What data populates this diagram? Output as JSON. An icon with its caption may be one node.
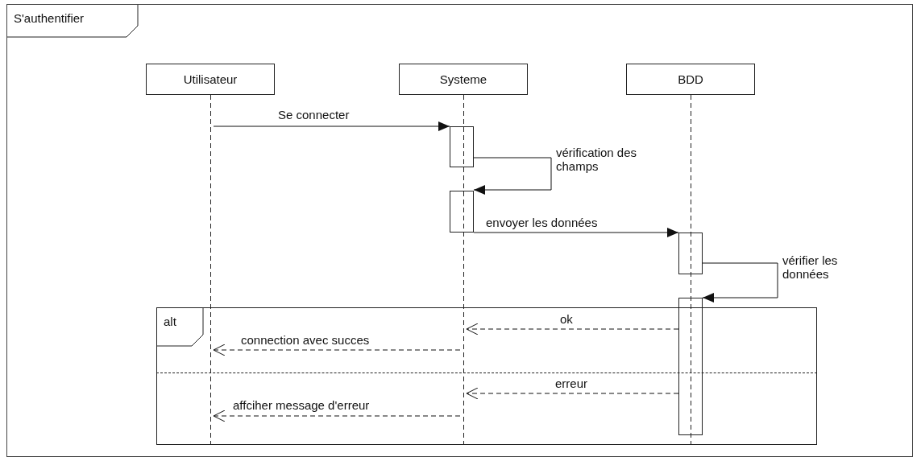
{
  "diagram": {
    "nodes": [
      {
        "text": [
          "S'authentifier"
        ]
      },
      {
        "text": [
          "Utilisateur"
        ],
        "in": 0
      },
      {
        "text": [
          "Systeme"
        ],
        "in": 0
      },
      {
        "text": [
          "BDD"
        ],
        "in": 0
      },
      {
        "text": [],
        "shape": "line",
        "in": 0
      },
      {
        "text": [],
        "shape": "line",
        "in": 0
      },
      {
        "text": [],
        "shape": "line",
        "in": 0
      },
      {
        "text": [],
        "shape": "bar",
        "in": 0
      },
      {
        "text": [],
        "shape": "bar",
        "in": 0
      },
      {
        "text": [],
        "shape": "bar",
        "in": 0
      },
      {
        "text": [],
        "shape": "bar",
        "in": 0
      },
      {
        "text": [
          "alt"
        ],
        "in": 0
      }
    ],
    "edges": [
      {
        "from": 4,
        "to": 7,
        "arrow": "to",
        "label": "Se connecter"
      },
      {
        "from": 7,
        "to": 8,
        "arrow": "to",
        "label": "vérification des champs"
      },
      {
        "from": 8,
        "to": 9,
        "arrow": "to",
        "label": "envoyer les données"
      },
      {
        "from": 9,
        "to": 10,
        "arrow": "to",
        "label": "vérifier les données"
      },
      {
        "from": 10,
        "to": 5,
        "arrow": "to",
        "style": "dashed",
        "label": "ok"
      },
      {
        "from": 5,
        "to": 4,
        "arrow": "to",
        "style": "dashed",
        "label": "connection avec succes"
      },
      {
        "from": 10,
        "to": 5,
        "arrow": "to",
        "style": "dashed",
        "label": "erreur"
      },
      {
        "from": 5,
        "to": 4,
        "arrow": "to",
        "style": "dashed",
        "label": "affciher message d'erreur"
      }
    ]
  }
}
